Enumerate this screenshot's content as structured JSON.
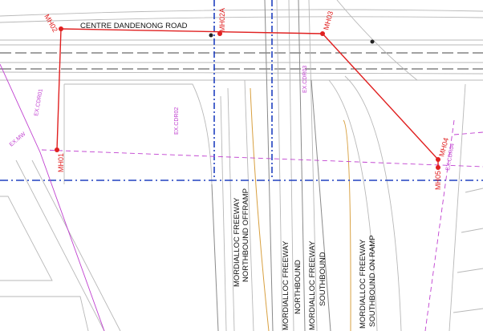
{
  "road_label": "CENTRE DANDENONG ROAD",
  "manholes": [
    "MH01",
    "MH02",
    "MH02A",
    "MH03",
    "MH04",
    "MH05"
  ],
  "existing_labels": [
    "EX.CDR01",
    "EX.CDR02",
    "EX.CDR03",
    "EX.CDR04",
    "EX.MW"
  ],
  "carriageways": [
    {
      "line1": "MORDIALLOC FREEWAY",
      "line2": "NORTHBOUND OFFRAMP"
    },
    {
      "line1": "MORDIALLOC FREEWAY",
      "line2": "NORTHBOUND"
    },
    {
      "line1": "MORDIALLOC FREEWAY",
      "line2": "SOUTHBOUND"
    },
    {
      "line1": "MORDIALLOC FREEWAY",
      "line2": "SOUTHBOUND ON RAMP"
    }
  ],
  "colors": {
    "drainage": "#e02020",
    "existing": "#c040d0",
    "boundary": "#2040c0",
    "linework": "#b8b8b8"
  }
}
